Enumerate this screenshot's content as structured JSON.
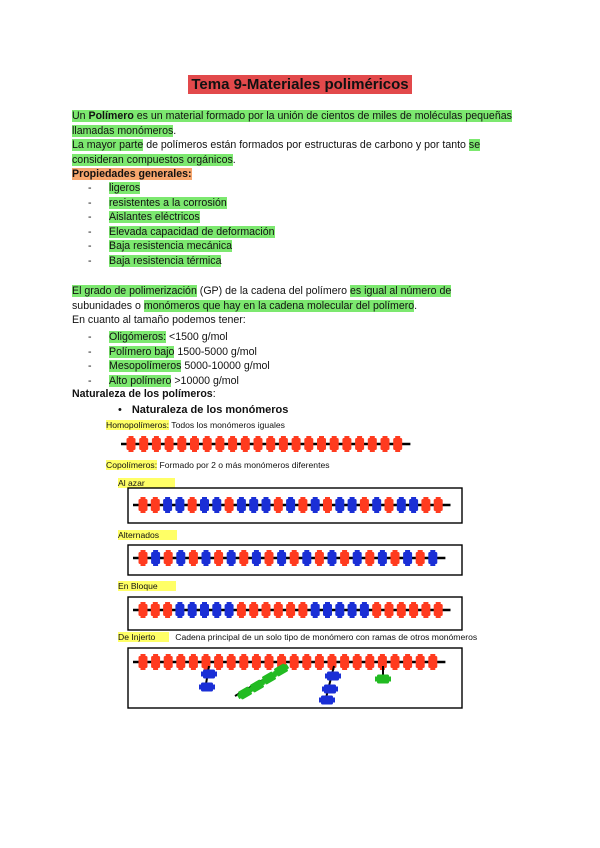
{
  "title": "Tema 9-Materiales poliméricos",
  "intro": {
    "p1_a": "Un ",
    "p1_b": "Polímero",
    "p1_c": " es un material formado por la unión de cientos de miles de moléculas pequeñas llamadas monómeros",
    "p1_d": ".",
    "p2_a": "La mayor parte",
    "p2_b": " de polímeros están formados por estructuras de carbono y por tanto ",
    "p2_c": "se consideran compuestos orgánicos",
    "p2_d": "."
  },
  "properties": {
    "heading": "Propiedades generales:",
    "items": [
      "ligeros",
      "resistentes a la corrosión",
      "Aislantes eléctricos",
      "Elevada capacidad de deformación",
      "Baja resistencia mecánica",
      "Baja resistencia térmica"
    ]
  },
  "gp": {
    "a": "El grado de polimerización",
    "b": " (GP) de la cadena del polímero ",
    "c": "es igual al número de",
    "d": " subunidades o ",
    "e": "monómeros que hay en la cadena molecular del polímero",
    "f": ".",
    "size_line": "En cuanto al tamaño podemos tener:"
  },
  "sizes": [
    {
      "name": "Oligómeros:",
      "value": " <1500 g/mol"
    },
    {
      "name": "Polímero bajo",
      "value": " 1500-5000 g/mol"
    },
    {
      "name": "Mesopolímeros",
      "value": " 5000-10000 g/mol"
    },
    {
      "name": "Alto polímero",
      "value": " >10000 g/mol"
    }
  ],
  "nature_heading": "Naturaleza de los polímeros",
  "nature_colon": ":",
  "figure": {
    "bullet": "•",
    "title": "Naturaleza de los monómeros",
    "homo_label": "Homopolímeros:",
    "homo_desc": " Todos los monómeros iguales",
    "copo_label": "Copolímeros:",
    "copo_desc": " Formado por 2 o más monómeros diferentes",
    "al_azar": "Al azar",
    "alternados": "Alternados",
    "en_bloque": "En Bloque",
    "de_injerto": "De Injerto",
    "injerto_desc": "Cadena principal de un solo tipo de monómero con ramas de otros monómeros"
  },
  "colors": {
    "red": "#ff3b1f",
    "blue": "#1a2fd6",
    "green": "#22bb22",
    "yellow": "#ffff66"
  }
}
